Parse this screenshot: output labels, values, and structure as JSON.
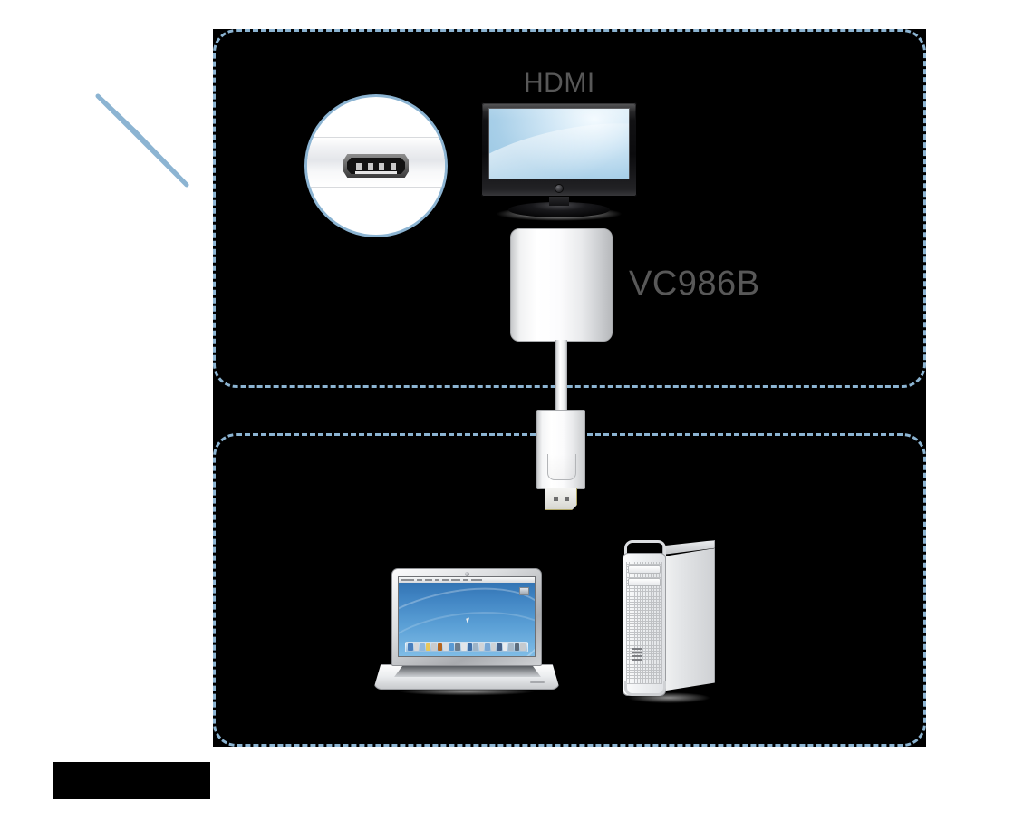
{
  "page": {
    "title": "VC986B connection diagram",
    "background_color": "#ffffff",
    "canvas_color": "#000000",
    "accent_color": "#8cb4d2",
    "label_color": "#585858"
  },
  "zones": [
    {
      "name": "display-zone",
      "label": ""
    },
    {
      "name": "source-zone",
      "label": ""
    }
  ],
  "labels": {
    "hdmi": "HDMI",
    "model": "VC986B"
  },
  "callout": {
    "name": "hdmi-port-callout",
    "port_type": "HDMI",
    "pin_count": 4
  },
  "devices": [
    {
      "name": "hdmi-display",
      "kind": "tv-monitor"
    },
    {
      "name": "vc986b-adapter",
      "kind": "displayport-to-hdmi-adapter",
      "model": "VC986B"
    },
    {
      "name": "displayport-plug",
      "kind": "displayport-connector"
    },
    {
      "name": "laptop",
      "kind": "notebook-computer"
    },
    {
      "name": "tower",
      "kind": "desktop-computer"
    }
  ],
  "dock_icon_colors": [
    "#4a7fbd",
    "#d8d8da",
    "#8fb7dd",
    "#e8c75a",
    "#c9cbcd",
    "#b5651d",
    "#d9dde1",
    "#5a9ad4",
    "#6e7d8c",
    "#e3e6e9",
    "#3f6fa8",
    "#9fb4c6",
    "#d2d4d7",
    "#7aa8d6",
    "#cfd2d5",
    "#46628a",
    "#e9ecef",
    "#a7b9c9",
    "#5d6d7d",
    "#c6cace"
  ],
  "menubar_segments": [
    14,
    6,
    8,
    5,
    7,
    10,
    6,
    12
  ]
}
